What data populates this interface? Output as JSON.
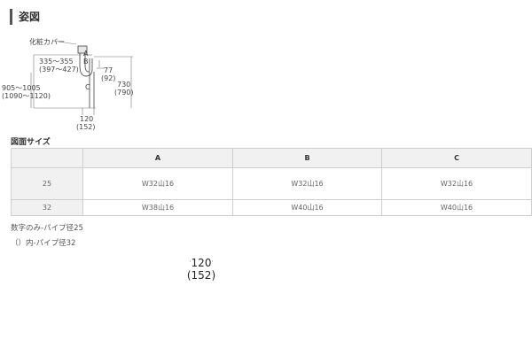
{
  "section": {
    "title": "姿図"
  },
  "diagram": {
    "cover_label": "化粧カバー",
    "label_a": "A",
    "label_b": "B",
    "label_c": "C",
    "dim_top": "335～355",
    "dim_top_alt": "(397～427)",
    "dim_77": "77",
    "dim_77_alt": "(92)",
    "dim_730": "730",
    "dim_730_alt": "(790)",
    "dim_left": "905～1005",
    "dim_left_alt": "(1090～1120)",
    "dim_120": "120",
    "dim_120_alt": "(152)"
  },
  "size_table": {
    "title": "図面サイズ",
    "headers": [
      "",
      "A",
      "B",
      "C"
    ],
    "rows": [
      [
        "25",
        "W32山16",
        "W32山16",
        "W32山16"
      ],
      [
        "32",
        "W38山16",
        "W40山16",
        "W40山16"
      ]
    ]
  },
  "notes": [
    "数字のみ-パイプ径25",
    "（）内-パイプ径32"
  ],
  "enlarged_label": {
    "value": "120",
    "value_alt": "(152)"
  }
}
